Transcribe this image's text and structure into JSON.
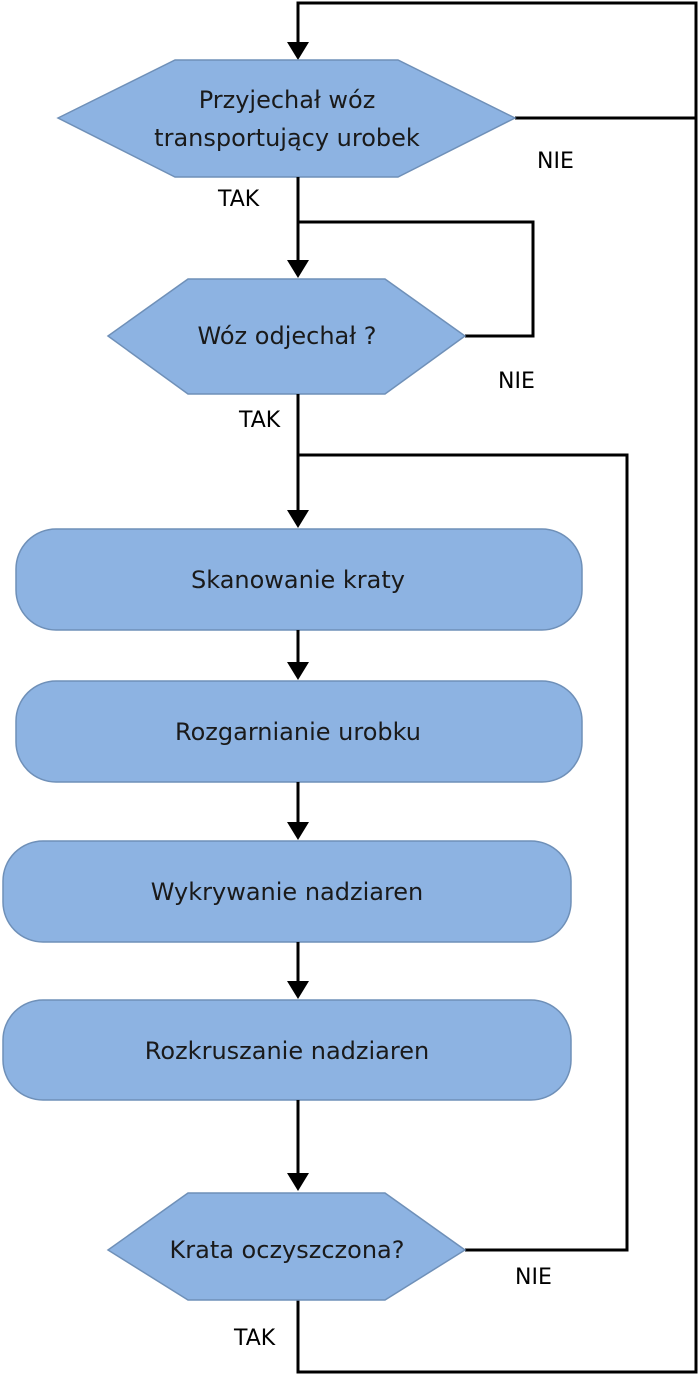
{
  "colors": {
    "node_fill": "#8db3e2",
    "node_stroke": "#6f90b8",
    "line": "#000000"
  },
  "nodes": {
    "decision_wagon_arrived": {
      "line1": "Przyjechał wóz",
      "line2": "transportujący urobek"
    },
    "decision_wagon_left": {
      "label": "Wóz odjechał ?"
    },
    "step_scan": {
      "label": "Skanowanie kraty"
    },
    "step_spread": {
      "label": "Rozgarnianie urobku"
    },
    "step_detect": {
      "label": "Wykrywanie nadziaren"
    },
    "step_crush": {
      "label": "Rozkruszanie nadziaren"
    },
    "decision_grate_clean": {
      "label": "Krata oczyszczona?"
    }
  },
  "edge_labels": {
    "yes_1": "TAK",
    "no_1": "NIE",
    "yes_2": "TAK",
    "no_2": "NIE",
    "yes_3": "TAK",
    "no_3": "NIE"
  }
}
